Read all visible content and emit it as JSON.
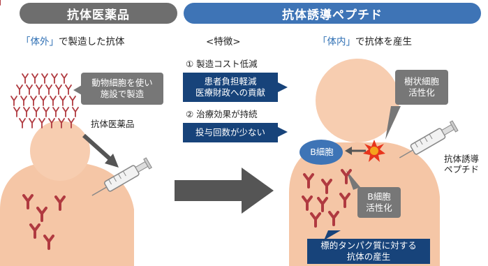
{
  "left": {
    "header": "抗体医薬品",
    "subtitle_q1": "「",
    "subtitle_accent": "体外",
    "subtitle_q2": "」",
    "subtitle_rest": "で製造した抗体",
    "callout_line1": "動物細胞を使い",
    "callout_line2": "施設で製造",
    "drug_label": "抗体医薬品"
  },
  "right": {
    "header": "抗体誘導ペプチド",
    "subtitle_q1": "「",
    "subtitle_accent": "体内",
    "subtitle_q2": "」",
    "subtitle_rest": "で抗体を産生",
    "dendritic_line1": "樹状細胞",
    "dendritic_line2": "活性化",
    "bcell": "B細胞",
    "bcell_act_line1": "B細胞",
    "bcell_act_line2": "活性化",
    "peptide_line1": "抗体誘導",
    "peptide_line2": "ペプチド",
    "antibody_line1": "標的タンパク質に対する",
    "antibody_line2": "抗体の産生"
  },
  "features": {
    "title": "<特徴>",
    "f1": "① 製造コスト低減",
    "f1_box_line1": "患者負担軽減",
    "f1_box_line2": "医療財政への貢献",
    "f2": "② 治療効果が持続",
    "f2_box": "投与回数が少ない"
  },
  "colors": {
    "left_header": "#6e6e6e",
    "right_header": "#3e74b6",
    "accent_text": "#2e6fb4",
    "navy_box": "#17437a",
    "antibody_red": "#b03a40",
    "body_skin": "#f5c6a6"
  }
}
